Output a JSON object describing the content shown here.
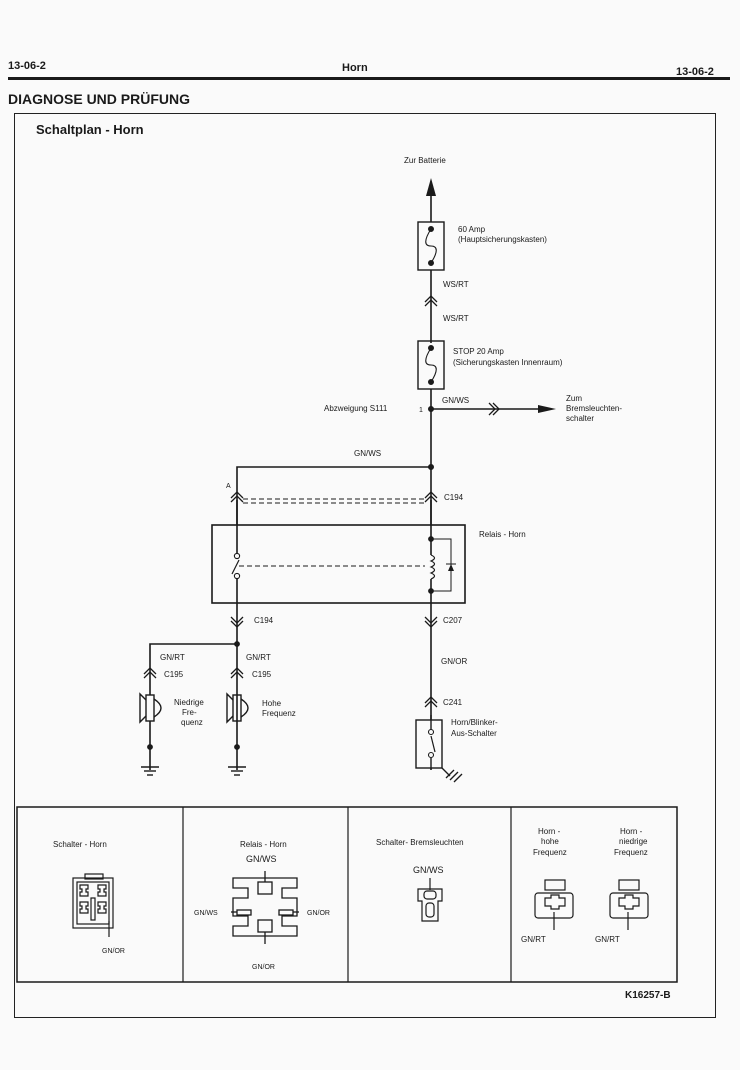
{
  "header": {
    "page_left": "13-06-2",
    "title": "Horn",
    "page_right": "13-06-2"
  },
  "section_title": "DIAGNOSE UND PRÜFUNG",
  "diagram": {
    "title": "Schaltplan - Horn",
    "to_battery": "Zur Batterie",
    "fuse_60": {
      "line1": "60 Amp",
      "line2": "(Hauptsicherungskasten)"
    },
    "wire_wsrt_1": "WS/RT",
    "wire_wsrt_2": "WS/RT",
    "fuse_20": {
      "line1": "STOP 20 Amp",
      "line2": "(Sicherungskasten Innenraum)"
    },
    "splice": {
      "label": "Abzweigung  S111",
      "pin": "1"
    },
    "wire_gnws_branch": "GN/WS",
    "to_brake_switch": {
      "line1": "Zum",
      "line2": "Bremsleuchten-",
      "line3": "schalter"
    },
    "wire_gnws_top": "GN/WS",
    "connector_a": "A",
    "connector_c194_top": "C194",
    "relay_label": "Relais - Horn",
    "connector_c194_bottom": "C194",
    "connector_c207": "C207",
    "wire_gnrt_left": "GN/RT",
    "wire_gnrt_right": "GN/RT",
    "connector_c195_left": "C195",
    "connector_c195_right": "C195",
    "horn_low": {
      "line1": "Niedrige",
      "line2": "Fre-",
      "line3": "quenz"
    },
    "horn_high": {
      "line1": "Hohe",
      "line2": "Frequenz"
    },
    "wire_gnor": "GN/OR",
    "connector_c241": "C241",
    "horn_switch": {
      "line1": "Horn/Blinker-",
      "line2": "Aus-Schalter"
    }
  },
  "connectors": {
    "schalter_horn": {
      "title": "Schalter - Horn",
      "wire": "GN/OR"
    },
    "relais_horn": {
      "title": "Relais - Horn",
      "wire_top": "GN/WS",
      "wire_left": "GN/WS",
      "wire_right": "GN/OR",
      "wire_bottom": "GN/OR"
    },
    "schalter_brems": {
      "title": "Schalter- Bremsleuchten",
      "wire": "GN/WS"
    },
    "horn_hoch": {
      "line1": "Horn -",
      "line2": "hohe",
      "line3": "Frequenz",
      "wire": "GN/RT"
    },
    "horn_niedrig": {
      "line1": "Horn -",
      "line2": "niedrige",
      "line3": "Frequenz",
      "wire": "GN/RT"
    }
  },
  "figure_ref": "K16257-B"
}
